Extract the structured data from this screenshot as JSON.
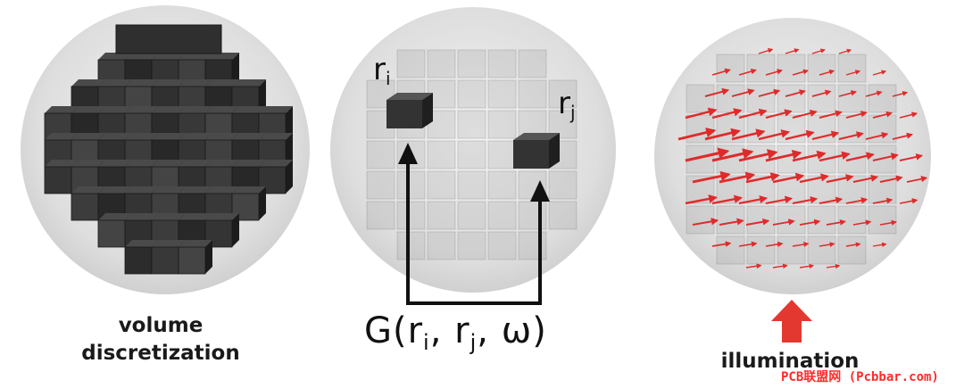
{
  "panels": {
    "volume": {
      "caption_line1": "volume",
      "caption_line2": "discretization"
    },
    "green": {
      "label_ri_base": "r",
      "label_ri_sub": "i",
      "label_rj_base": "r",
      "label_rj_sub": "j",
      "formula": {
        "prefix": "G(r",
        "sub_i": "i",
        "sep1": ", r",
        "sub_j": "j",
        "suffix": ",  ω)"
      }
    },
    "illumination": {
      "caption": "illumination"
    }
  },
  "watermark": "PCB联盟网 (Pcbbar.com)",
  "colors": {
    "sphere": "#e3e3e3",
    "cube_dark": "#2e2e2e",
    "arrow_red": "#e02a2a",
    "watermark": "#ff2a2a"
  }
}
